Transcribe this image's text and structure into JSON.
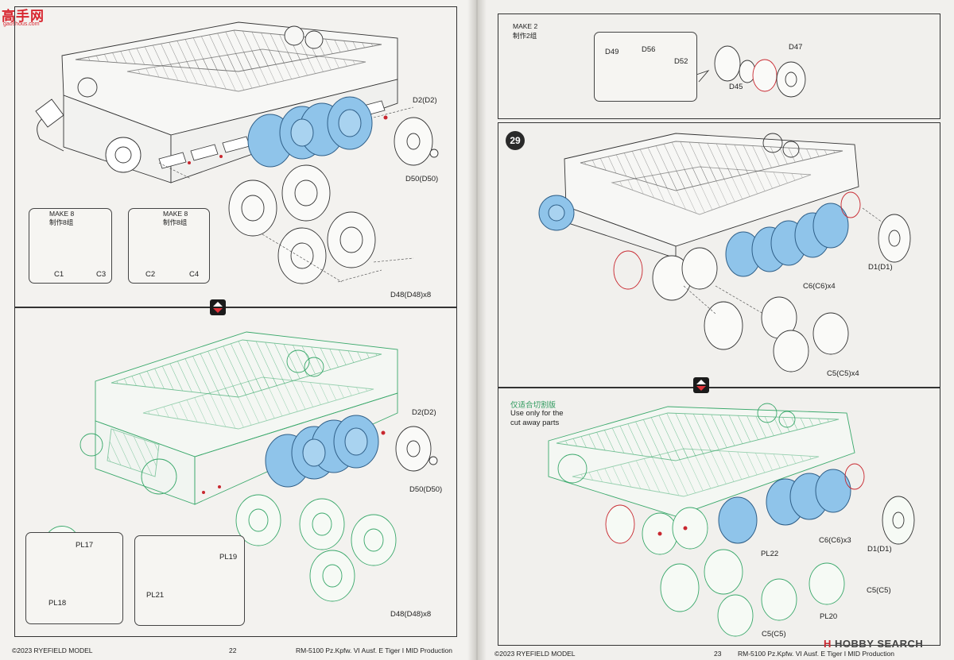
{
  "watermark": {
    "logo_text": "高手网",
    "logo_sub": "gaoshous.com",
    "brand": "HOBBY SEARCH",
    "brand_mark": "H"
  },
  "left_page": {
    "top_callouts": {
      "d2": "D2(D2)",
      "d50": "D50(D50)",
      "d48": "D48(D48)x8"
    },
    "make_box_1": {
      "title": "MAKE 8",
      "title_cn": "制作8组",
      "part_a": "C1",
      "part_b": "C3"
    },
    "make_box_2": {
      "title": "MAKE 8",
      "title_cn": "制作8组",
      "part_a": "C2",
      "part_b": "C4"
    },
    "bottom_callouts": {
      "d2": "D2(D2)",
      "d50": "D50(D50)",
      "d48": "D48(D48)x8"
    },
    "pl_box_1": {
      "a": "PL17",
      "b": "PL18"
    },
    "pl_box_2": {
      "a": "PL19",
      "b": "PL21"
    },
    "footer_copyright": "©2023 RYEFIELD MODEL",
    "page_number": "22",
    "footer_product": "RM-5100 Pz.Kpfw. VI Ausf. E Tiger I MID Production"
  },
  "right_page": {
    "make_box": {
      "title": "MAKE 2",
      "title_cn": "制作2组",
      "parts": {
        "d49": "D49",
        "d56": "D56",
        "d52": "D52",
        "d47": "D47",
        "d45": "D45"
      }
    },
    "step": {
      "number": "29"
    },
    "step_callouts": {
      "d1": "D1(D1)",
      "c6": "C6(C6)x4",
      "c5": "C5(C5)x4"
    },
    "cutaway_note_cn": "仅适合切割版",
    "cutaway_note_line1": "Use only for the",
    "cutaway_note_line2": "cut away parts",
    "bottom_callouts": {
      "d1": "D1(D1)",
      "c6": "C6(C6)x3",
      "pl22": "PL22",
      "c5a": "C5(C5)",
      "pl20": "PL20",
      "c5b": "C5(C5)"
    },
    "footer_copyright": "©2023 RYEFIELD MODEL",
    "page_number": "23",
    "footer_product": "RM-5100 Pz.Kpfw. VI Ausf. E Tiger I MID Production"
  },
  "colors": {
    "highlight_blue": "#8fc4ea",
    "green_ghost": "#3aa86b",
    "line_dark": "#333333",
    "red_accent": "#c8272f",
    "swap_icon_bg": "#1b1b1b"
  }
}
